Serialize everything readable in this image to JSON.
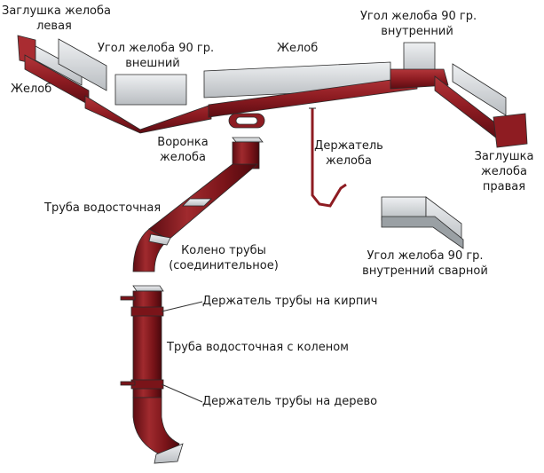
{
  "colors": {
    "metal_dark": "#6b1016",
    "metal_mid": "#8e1c22",
    "metal_light": "#b3363a",
    "inner_gray": "#c9cccf",
    "inner_light": "#e8eaec",
    "outline": "#2b2b2b"
  },
  "labels": {
    "cap_left": [
      "Заглушка желоба",
      "левая"
    ],
    "gutter_left": "Желоб",
    "outer_corner": [
      "Угол желоба 90 гр.",
      "внешний"
    ],
    "gutter_top": "Желоб",
    "inner_corner": [
      "Угол желоба 90 гр.",
      "внутренний"
    ],
    "funnel": [
      "Воронка",
      "желоба"
    ],
    "bracket": [
      "Держатель",
      "желоба"
    ],
    "cap_right": [
      "Заглушка",
      "желоба",
      "правая"
    ],
    "downpipe": "Труба водосточная",
    "elbow": [
      "Колено трубы",
      "(соединительное)"
    ],
    "welded_corner": [
      "Угол желоба 90 гр.",
      "внутренний сварной"
    ],
    "brick_holder": "Держатель трубы на кирпич",
    "pipe_with_elbow": "Труба водосточная с коленом",
    "wood_holder": "Держатель трубы на дерево"
  }
}
